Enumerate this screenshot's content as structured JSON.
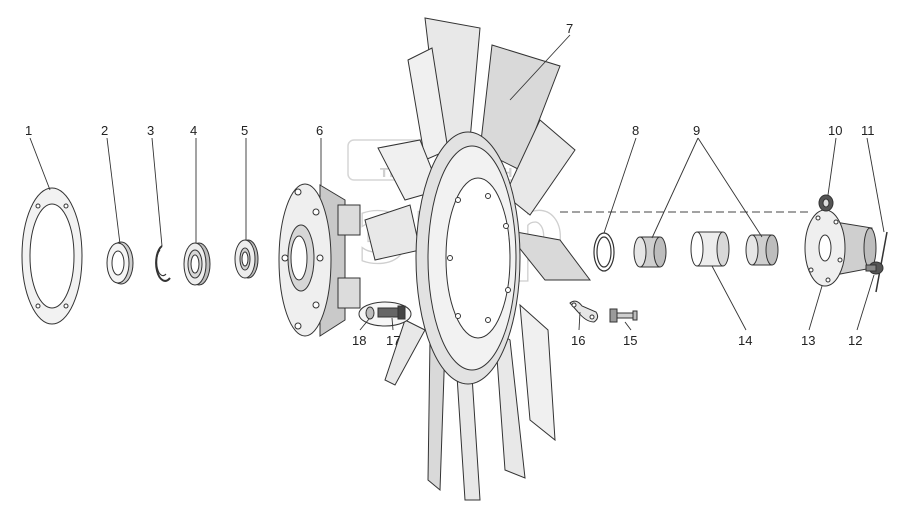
{
  "callouts": [
    "1",
    "2",
    "3",
    "4",
    "5",
    "6",
    "7",
    "8",
    "9",
    "10",
    "11",
    "12",
    "13",
    "14",
    "15",
    "16",
    "17",
    "18"
  ],
  "watermark": {
    "brand": "ТЕХНИКА",
    "brand2": "ЗАПЧАСТИ",
    "logo": "эпф"
  }
}
